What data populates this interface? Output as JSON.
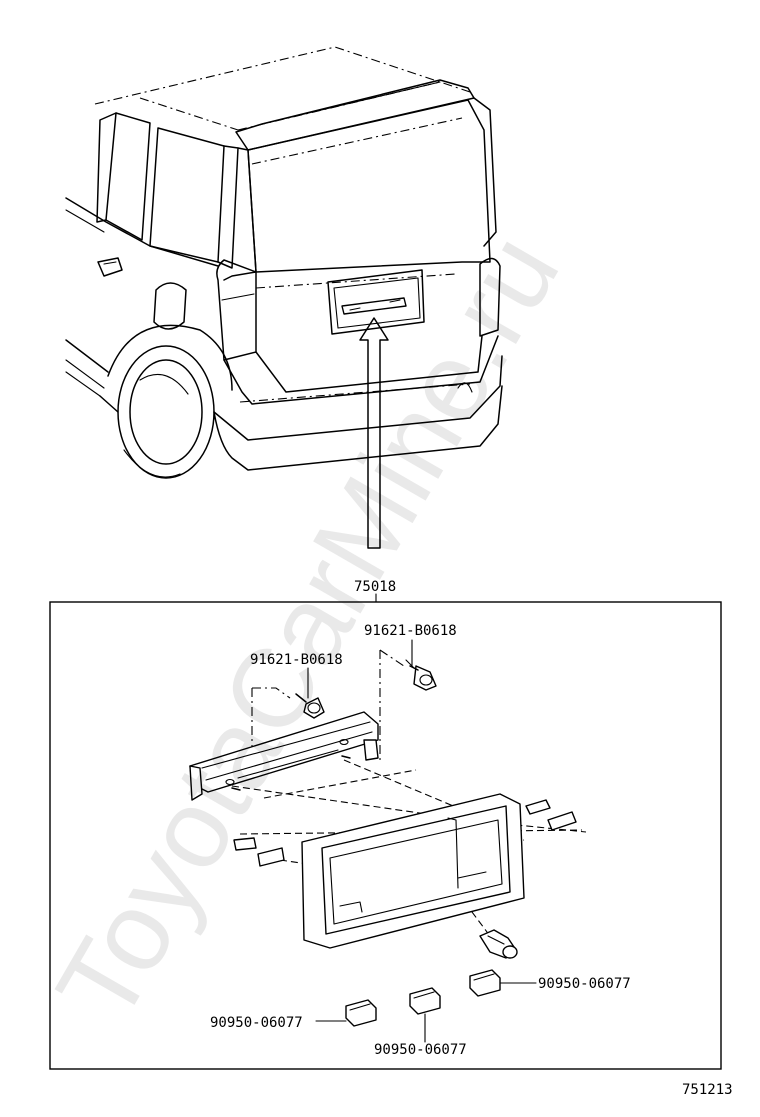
{
  "watermark": "ToyotaCarMine.ru",
  "assembly": {
    "part_number": "75018"
  },
  "callouts": {
    "screw_right": "91621-B0618",
    "screw_left": "91621-B0618",
    "clip_right": "90950-06077",
    "clip_left": "90950-06077",
    "clip_center": "90950-06077"
  },
  "figure_number": "751213"
}
